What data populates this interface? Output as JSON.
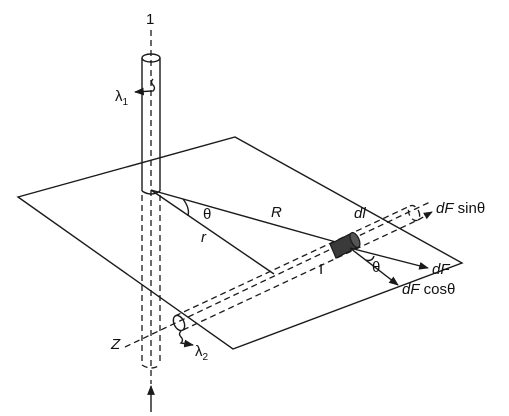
{
  "labels": {
    "top_number": "1",
    "lambda1": "λ",
    "lambda1_sub": "1",
    "lambda2": "λ",
    "lambda2_sub": "2",
    "theta_upper": "θ",
    "theta_lower": "θ",
    "R": "R",
    "r": "r",
    "dl": "dl",
    "I": "I",
    "Z": "Z",
    "dF": "dF",
    "dF_sin_a": "dF",
    "dF_sin_b": " sinθ",
    "dF_cos_a": "dF",
    "dF_cos_b": " cosθ"
  },
  "colors": {
    "ink": "#1a1a1a",
    "element_fill": "#3a3a3a"
  }
}
